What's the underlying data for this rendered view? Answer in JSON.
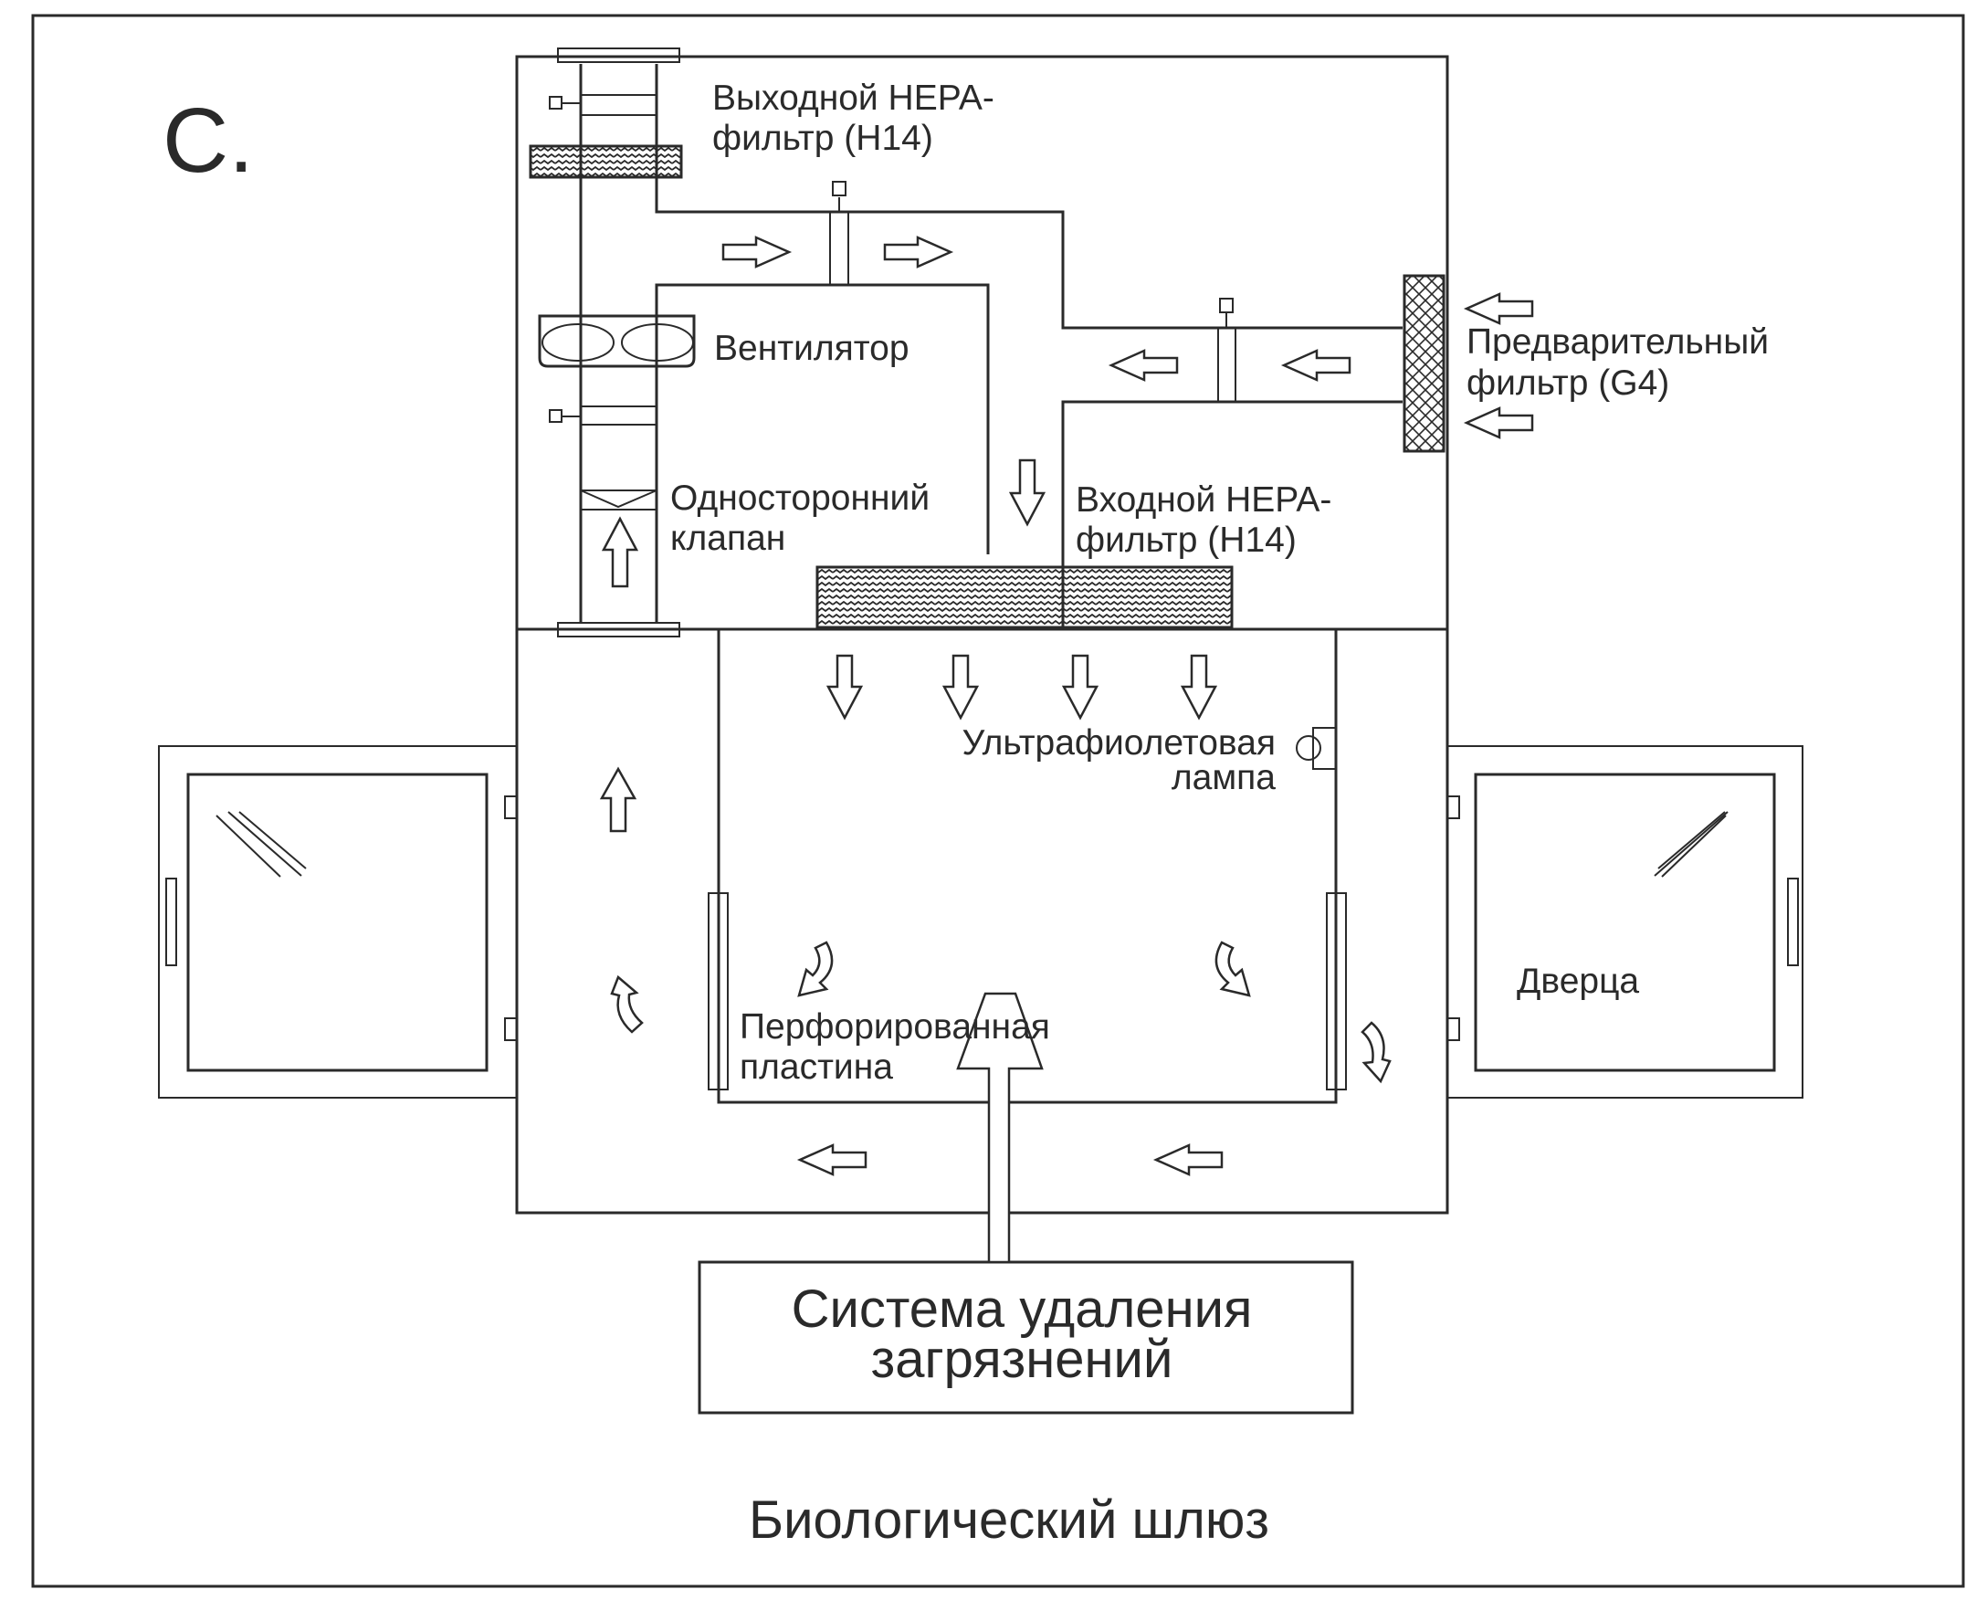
{
  "panel_letter": "С.",
  "title": "Биологический шлюз",
  "labels": {
    "outlet_hepa_line1": "Выходной HEPA-",
    "outlet_hepa_line2": "фильтр (H14)",
    "fan": "Вентилятор",
    "check_valve_line1": "Односторонний",
    "check_valve_line2": "клапан",
    "prefilter_line1": "Предварительный",
    "prefilter_line2": "фильтр (G4)",
    "inlet_hepa_line1": "Входной HEPA-",
    "inlet_hepa_line2": "фильтр (H14)",
    "uv_lamp_line1": "Ультрафиолетовая",
    "uv_lamp_line2": "лампа",
    "perforated_line1": "Перфорированная",
    "perforated_line2": "пластина",
    "door": "Дверца",
    "decontamination_line1": "Система удаления",
    "decontamination_line2": "загрязнений"
  },
  "icons": {
    "arrow": "airflow-arrow-icon",
    "fan": "fan-icon",
    "filter": "filter-icon",
    "lamp": "uv-lamp-icon"
  },
  "colors": {
    "line": "#2a2a2a",
    "background": "#ffffff"
  }
}
